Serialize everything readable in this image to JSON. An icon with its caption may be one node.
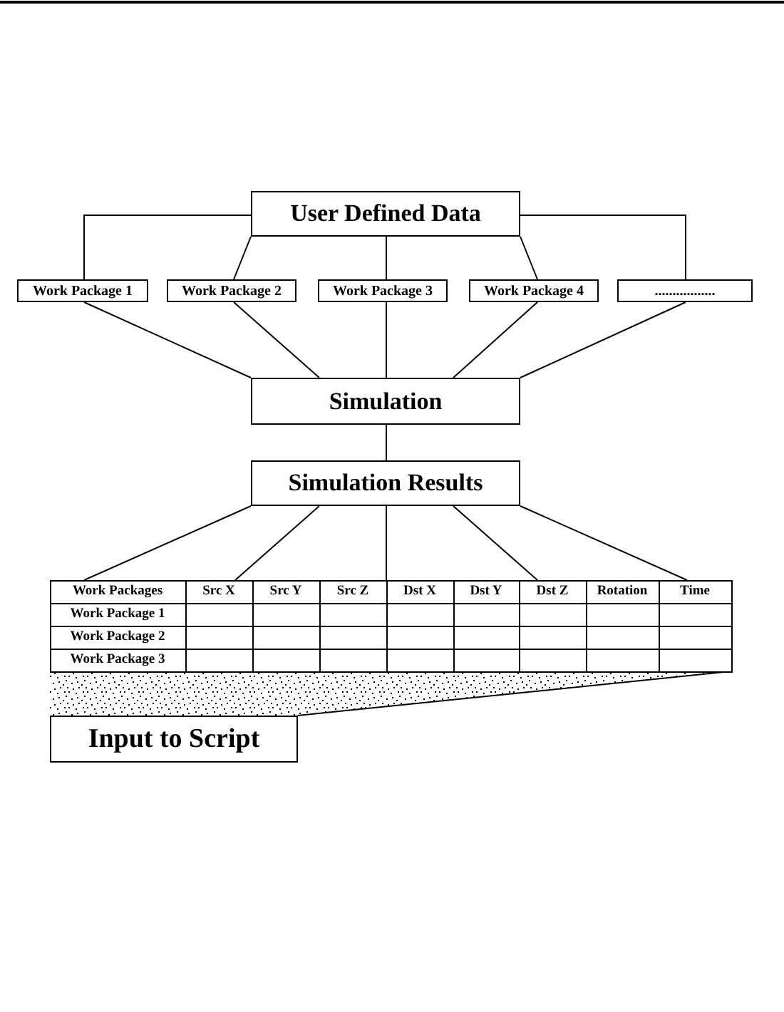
{
  "diagram": {
    "nodes": [
      {
        "text": [
          "User Defined Data"
        ]
      },
      {
        "text": [
          "Work Package 1"
        ]
      },
      {
        "text": [
          "Work Package 2"
        ]
      },
      {
        "text": [
          "Work Package 3"
        ]
      },
      {
        "text": [
          "Work Package 4"
        ]
      },
      {
        "text": [
          "................."
        ]
      },
      {
        "text": [
          "Simulation"
        ]
      },
      {
        "text": [
          "Simulation Results"
        ]
      },
      {
        "text": [],
        "shape": "table"
      },
      {
        "text": [
          "Input to Script"
        ]
      }
    ],
    "edges": [
      {
        "from": 0,
        "to": 1,
        "arrow": "none"
      },
      {
        "from": 0,
        "to": 2,
        "arrow": "none"
      },
      {
        "from": 0,
        "to": 3,
        "arrow": "none"
      },
      {
        "from": 0,
        "to": 4,
        "arrow": "none"
      },
      {
        "from": 0,
        "to": 5,
        "arrow": "none"
      },
      {
        "from": 1,
        "to": 6,
        "arrow": "none"
      },
      {
        "from": 2,
        "to": 6,
        "arrow": "none"
      },
      {
        "from": 3,
        "to": 6,
        "arrow": "none"
      },
      {
        "from": 4,
        "to": 6,
        "arrow": "none"
      },
      {
        "from": 5,
        "to": 6,
        "arrow": "none"
      },
      {
        "from": 6,
        "to": 7,
        "arrow": "none"
      },
      {
        "from": 7,
        "to": 8,
        "arrow": "none"
      },
      {
        "from": 7,
        "to": 8,
        "arrow": "none"
      },
      {
        "from": 7,
        "to": 8,
        "arrow": "none"
      },
      {
        "from": 7,
        "to": 8,
        "arrow": "none"
      },
      {
        "from": 7,
        "to": 8,
        "arrow": "none"
      },
      {
        "from": 8,
        "to": 9,
        "arrow": "none"
      }
    ],
    "labels": [
      "Work Packages",
      "Src X",
      "Src Y",
      "Src Z",
      "Dst X",
      "Dst Y",
      "Dst Z",
      "Rotation",
      "Time",
      "Work Package 1",
      "Work Package 2",
      "Work Package 3"
    ]
  }
}
